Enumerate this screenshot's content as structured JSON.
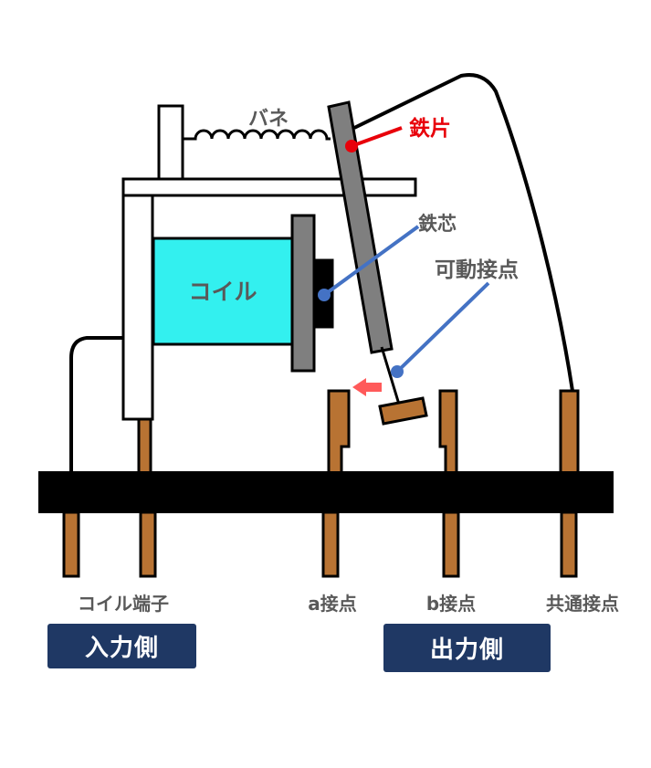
{
  "labels": {
    "spring": "バネ",
    "armature": "鉄片",
    "iron_core": "鉄芯",
    "movable_contact": "可動接点",
    "coil": "コイル",
    "coil_terminal": "コイル端子",
    "a_contact": "a接点",
    "b_contact": "b接点",
    "common_contact": "共通接点"
  },
  "sides": {
    "input": "入力側",
    "output": "出力側"
  },
  "colors": {
    "coil_fill": "#33f0ef",
    "contact_metal": "#b87333",
    "base": "#000000",
    "armature_gray": "#7f7f7f",
    "armature_label": "#e8000a",
    "pointer_blue": "#4472c4",
    "motion_arrow": "#ff5a5a",
    "side_box": "#1f3864"
  }
}
